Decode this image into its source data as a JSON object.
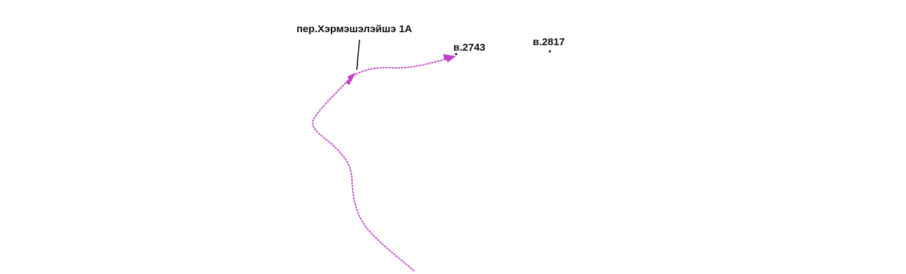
{
  "map": {
    "pass": {
      "label": "пер.Хэрмэшэлэйшэ 1А",
      "icon": "mountain-pass-marker"
    },
    "summits": [
      {
        "label": "в.2743",
        "icon": "summit-dot-icon"
      },
      {
        "label": "в.2817",
        "icon": "summit-dot-icon"
      }
    ],
    "route": {
      "color": "#c040c8",
      "style": "dotted",
      "icon": "direction-arrow-icon"
    },
    "colors": {
      "text": "#111111",
      "marker": "#111111",
      "background": "#ffffff"
    }
  }
}
